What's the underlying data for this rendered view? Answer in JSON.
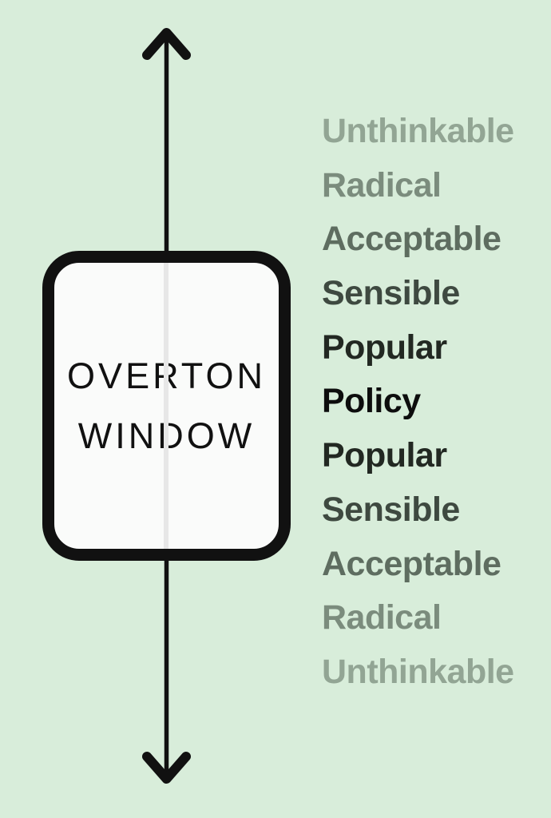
{
  "diagram": {
    "window_label": {
      "line1": "OVERTON",
      "line2": "WINDOW"
    },
    "scale": {
      "items": [
        {
          "label": "Unthinkable",
          "color": "#92a594"
        },
        {
          "label": "Radical",
          "color": "#7b8c7d"
        },
        {
          "label": "Acceptable",
          "color": "#5e6d60"
        },
        {
          "label": "Sensible",
          "color": "#3e4940"
        },
        {
          "label": "Popular",
          "color": "#222822"
        },
        {
          "label": "Policy",
          "color": "#0d0d0d"
        },
        {
          "label": "Popular",
          "color": "#222822"
        },
        {
          "label": "Sensible",
          "color": "#3e4940"
        },
        {
          "label": "Acceptable",
          "color": "#5e6d60"
        },
        {
          "label": "Radical",
          "color": "#7b8c7d"
        },
        {
          "label": "Unthinkable",
          "color": "#92a594"
        }
      ]
    },
    "colors": {
      "background": "#d8edda",
      "box_fill": "#fafbfa",
      "box_border": "#111111",
      "arrow": "#111111",
      "divider": "#e7e7e7",
      "title_color": "#111111"
    }
  }
}
